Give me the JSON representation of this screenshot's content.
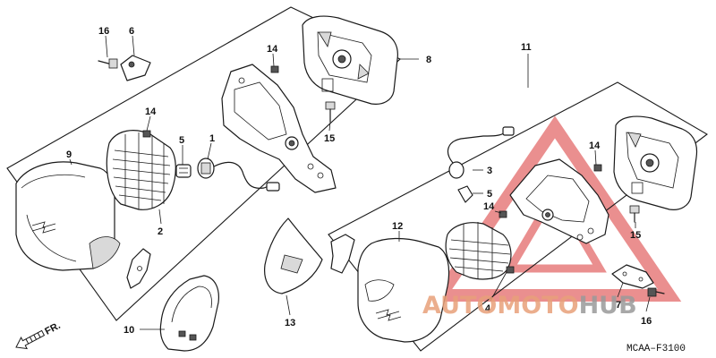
{
  "diagram": {
    "callouts": [
      {
        "id": "c16a",
        "label": "16"
      },
      {
        "id": "c6",
        "label": "6"
      },
      {
        "id": "c14a",
        "label": "14"
      },
      {
        "id": "c8",
        "label": "8"
      },
      {
        "id": "c15a",
        "label": "15"
      },
      {
        "id": "c14b",
        "label": "14"
      },
      {
        "id": "c5a",
        "label": "5"
      },
      {
        "id": "c1",
        "label": "1"
      },
      {
        "id": "c9",
        "label": "9"
      },
      {
        "id": "c2",
        "label": "2"
      },
      {
        "id": "c10",
        "label": "10"
      },
      {
        "id": "c13",
        "label": "13"
      },
      {
        "id": "c11",
        "label": "11"
      },
      {
        "id": "c14c",
        "label": "14"
      },
      {
        "id": "c3",
        "label": "3"
      },
      {
        "id": "c5b",
        "label": "5"
      },
      {
        "id": "c14d",
        "label": "14"
      },
      {
        "id": "c12",
        "label": "12"
      },
      {
        "id": "c15b",
        "label": "15"
      },
      {
        "id": "c4",
        "label": "4"
      },
      {
        "id": "c7",
        "label": "7"
      },
      {
        "id": "c16b",
        "label": "16"
      }
    ],
    "direction_label": "FR.",
    "drawing_code": "MCAA‒F3100"
  },
  "watermark": {
    "text_part1": "AUTO",
    "text_part2": "MOTO",
    "text_part3": "HUB",
    "color_primary": "#e8a07a",
    "color_secondary": "#9a9a9a",
    "triangle_color": "#e36a6a"
  }
}
